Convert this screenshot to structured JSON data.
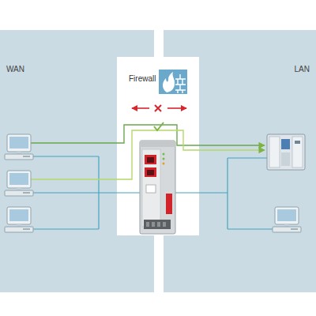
{
  "diagram": {
    "nodes": [
      {
        "text": [
          "WAN"
        ]
      },
      {
        "text": [
          "Firewall"
        ]
      },
      {
        "text": [
          "LAN"
        ]
      }
    ]
  }
}
